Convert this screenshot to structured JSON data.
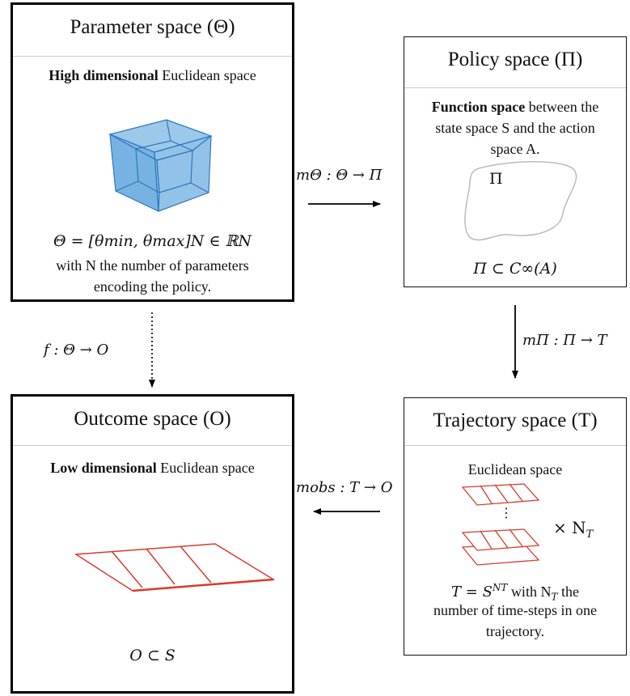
{
  "param_box": {
    "title": "Parameter space (Θ)",
    "desc_bold": "High dimensional",
    "desc_rest": " Euclidean space",
    "formula": "Θ = [θmin, θmax]N ∈ ℝN",
    "line1": "with N the number of parameters",
    "line2": "encoding the policy."
  },
  "policy_box": {
    "title": "Policy space (Π)",
    "desc_bold": "Function space",
    "desc_rest1": " between the",
    "desc_line2": "state space S and the action",
    "desc_line3": "space A.",
    "blob_label": "Π",
    "formula": "Π ⊂ C∞(A)"
  },
  "outcome_box": {
    "title": "Outcome space (O)",
    "desc_bold": "Low dimensional",
    "desc_rest": " Euclidean space",
    "formula": "O ⊂ S"
  },
  "trajectory_box": {
    "title": "Trajectory space (T)",
    "desc": "Euclidean space",
    "dots": "⋮",
    "times": "× N",
    "times_sub": "T",
    "formula_a": "T = S",
    "formula_sup": "NT",
    "formula_b": " with N",
    "formula_sub": "T",
    "formula_c": " the",
    "line2": "number of time-steps in one",
    "line3": "trajectory."
  },
  "arrows": {
    "m_theta": "mΘ : Θ → Π",
    "m_pi": "mΠ : Π → T",
    "m_obs": "mobs : T → O",
    "f": "f : Θ → O"
  },
  "colors": {
    "cube": "#4a9ad8",
    "plane": "#d93a2b",
    "blob": "#bbbbbb"
  }
}
